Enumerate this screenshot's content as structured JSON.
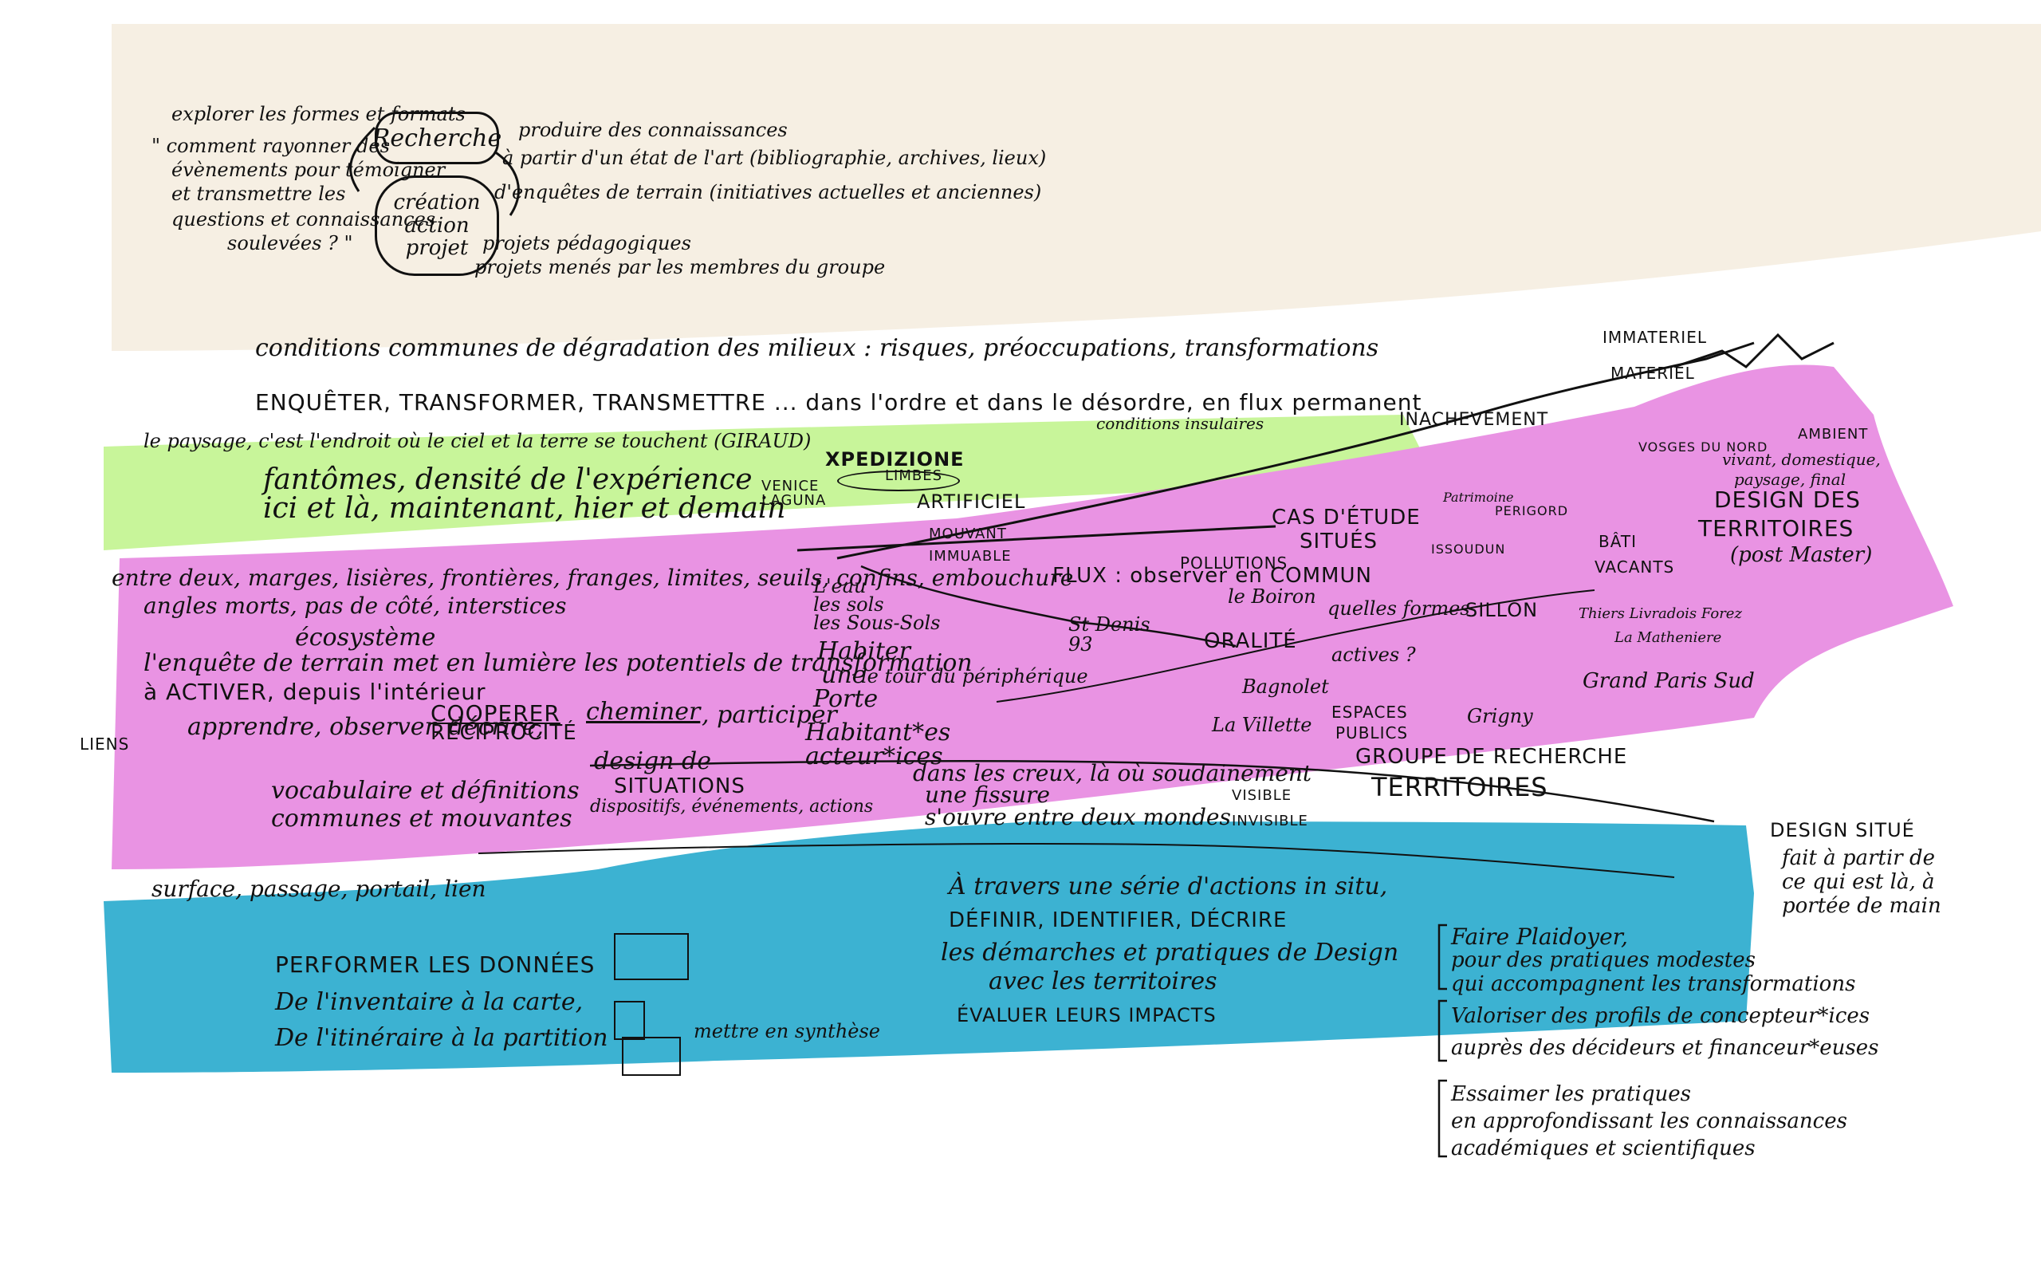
{
  "colors": {
    "background": "#ffffff",
    "cream": "#f6efe3",
    "green": "#c8f59a",
    "pink": "#e993e3",
    "blue": "#3cb2d2",
    "ink": "#111111"
  },
  "top": {
    "recherche": "Recherche",
    "creation": "création\naction\nprojet",
    "left_lines": [
      "explorer les formes et formats",
      "\" comment rayonner des",
      "évènements pour témoigner",
      "et transmettre les",
      "questions et connaissances",
      "soulevées ? \""
    ],
    "produit": "produire des connaissances",
    "right_lines": [
      "à partir d'un état de l'art (bibliographie, archives, lieux)",
      "d'enquêtes de terrain (initiatives actuelles et anciennes)"
    ],
    "projets_lines": [
      "projets pédagogiques",
      "projets menés par les membres du groupe"
    ]
  },
  "headings": {
    "conditions": "conditions communes de dégradation des milieux : risques, préoccupations, transformations",
    "enqueter": "ENQUÊTER, TRANSFORMER, TRANSMETTRE ... dans l'ordre et dans le désordre, en flux permanent",
    "paysage": "le paysage, c'est l'endroit où le ciel et la terre se touchent (GIRAUD)"
  },
  "green_band": {
    "fantomes": "fantômes, densité de l'expérience",
    "ici": "ici et là, maintenant, hier et demain",
    "xpedizione": "XPEDIZIONE",
    "limbes": "LIMBES",
    "venice": "VENICE",
    "laguna": "LAGUNA",
    "artificiel": "ARTIFICIEL",
    "mouvant": "MOUVANT",
    "immuable": "IMMUABLE"
  },
  "mountain": {
    "immateriel": "IMMATERIEL",
    "materiel": "MATERIEL",
    "inachevement": "INACHEVEMENT",
    "conditions_insulaires": "conditions insulaires",
    "ambient": "AMBIENT",
    "vivant": "vivant, domestique,",
    "paysage_final": "paysage, final",
    "vosges": "VOSGES DU NORD",
    "cas_etude": "CAS D'ÉTUDE",
    "situes": "SITUÉS",
    "design_territoires": "DESIGN DES",
    "territoires2": "TERRITOIRES",
    "post_master": "(post Master)",
    "bati": "BÂTI",
    "vacants": "VACANTS",
    "pollutions": "POLLUTIONS",
    "flux": "FLUX : observer en COMMUN",
    "boiron": "le Boiron",
    "issoudun": "ISSOUDUN",
    "perigord": "PERIGORD",
    "patrimoine": "Patrimoine",
    "sillon": "SILLON",
    "thiers": "Thiers Livradois Forez",
    "matheniere": "La Matheniere",
    "grand_paris": "Grand Paris Sud",
    "oralite": "ORALITÉ",
    "quelles_formes": "quelles formes",
    "actives": "actives ?",
    "bagnolet": "Bagnolet",
    "st_denis": "St Denis",
    "num93": "93",
    "espaces": "ESPACES",
    "publics": "PUBLICS",
    "la_villette": "La Villette",
    "grigny": "Grigny"
  },
  "pink_band": {
    "entre_deux": "entre deux, marges, lisières, frontières, franges, limites, seuils, confins, embouchure",
    "angles_morts": "angles morts, pas de côté, interstices",
    "ecosysteme": "écosystème",
    "enquete": "l'enquête de terrain met en lumière les potentiels de transformation",
    "activer": "à ACTIVER, depuis l'intérieur",
    "apprendre": "apprendre, observer, décrire,",
    "cooperer": "COOPERER",
    "cheminer": "cheminer",
    "participer": ", participer",
    "reciprocite": "RÉCIPROCITÉ",
    "liens": "LIENS",
    "eau": "L'eau",
    "sols": "les sols",
    "sous_sols": "les Sous-Sols",
    "habiter": "Habiter",
    "une": "une",
    "porte": "Porte",
    "peripherique": "le tour du périphérique",
    "habitantes": "Habitant*es",
    "acteurices": "acteur*ices",
    "vocabulaire": "vocabulaire et définitions",
    "communes": "communes et mouvantes",
    "design_de": "design de",
    "situations": "SITUATIONS",
    "dispositifs": "dispositifs, événements, actions",
    "creux": "dans les creux, là où soudainement",
    "fissure": "une fissure",
    "ouvre": "s'ouvre entre deux mondes",
    "groupe": "GROUPE DE RECHERCHE",
    "territoires": "TERRITOIRES",
    "visible": "VISIBLE",
    "invisible": "INVISIBLE",
    "design_situe": "DESIGN SITUÉ",
    "fait": "fait à partir de",
    "ce_qui": "ce qui est là, à",
    "portee": "portée de main"
  },
  "blue_band": {
    "surface": "surface, passage, portail, lien",
    "serie": "À travers une série d'actions in situ,",
    "definir": "DÉFINIR, IDENTIFIER, DÉCRIRE",
    "demarches": "les démarches et pratiques de Design",
    "territoires": "avec les territoires",
    "evaluer": "ÉVALUER LEURS IMPACTS",
    "performer": "PERFORMER LES DONNÉES",
    "inventaire": "De l'inventaire à la carte,",
    "itineraire": "De l'itinéraire à la partition",
    "synthese": "mettre en synthèse"
  },
  "right_column": {
    "plaidoyer": "Faire Plaidoyer,",
    "pratiques": "pour des pratiques modestes",
    "accompagnent": "qui accompagnent les transformations",
    "valoriser": "Valoriser des profils de concepteur*ices",
    "decideurs": "auprès des décideurs et financeur*euses",
    "essaimer": "Essaimer les pratiques",
    "approfondissant": "en approfondissant les connaissances",
    "academiques": "académiques et scientifiques"
  }
}
